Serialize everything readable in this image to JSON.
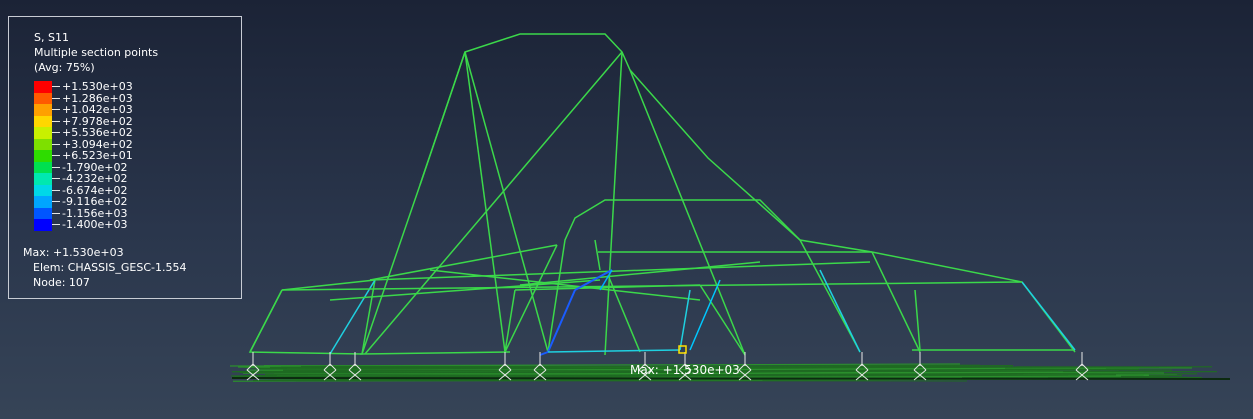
{
  "legend": {
    "variable": "S, S11",
    "section_note": "Multiple section points",
    "averaging": "(Avg: 75%)",
    "levels": [
      {
        "label": "+1.530e+03",
        "color": "#ff0000"
      },
      {
        "label": "+1.286e+03",
        "color": "#ff5a00"
      },
      {
        "label": "+1.042e+03",
        "color": "#ffa000"
      },
      {
        "label": "+7.978e+02",
        "color": "#ffd700"
      },
      {
        "label": "+5.536e+02",
        "color": "#c8f000"
      },
      {
        "label": "+3.094e+02",
        "color": "#7ee000"
      },
      {
        "label": "+6.523e+01",
        "color": "#2edc00"
      },
      {
        "label": "-1.790e+02",
        "color": "#00e050"
      },
      {
        "label": "-4.232e+02",
        "color": "#00e8b0"
      },
      {
        "label": "-6.674e+02",
        "color": "#00d8e8"
      },
      {
        "label": "-9.116e+02",
        "color": "#00a6ff"
      },
      {
        "label": "-1.156e+03",
        "color": "#0056ff"
      },
      {
        "label": "-1.400e+03",
        "color": "#0000ff"
      }
    ],
    "max_label": "Max: +1.530e+03",
    "elem_label": "Elem: CHASSIS_GESC-1.554",
    "node_label": "Node: 107"
  },
  "viewport": {
    "max_marker_label": "Max: +1.530e+03"
  },
  "colors": {
    "background_top": "#1b2336",
    "background_bottom": "#364457",
    "frame_green": "#3bd84a",
    "frame_blue": "#1a5cff",
    "frame_cyan": "#1fd0e0",
    "max_marker": "#ffe000"
  }
}
